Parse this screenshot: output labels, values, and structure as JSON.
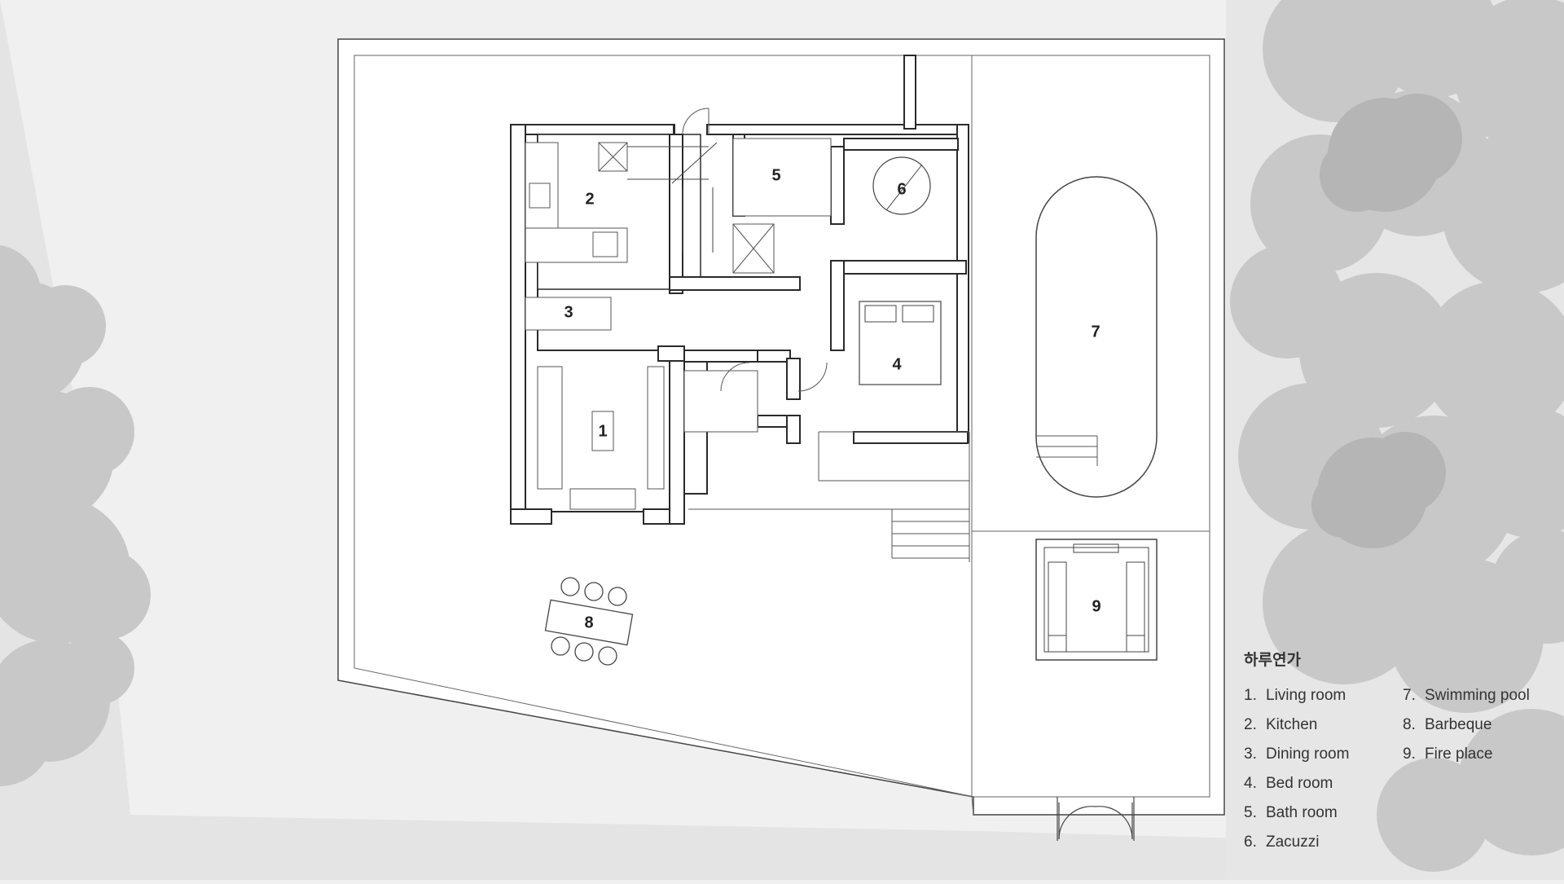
{
  "plan": {
    "rooms": [
      {
        "num": "1",
        "name": "Living room"
      },
      {
        "num": "2",
        "name": "Kitchen"
      },
      {
        "num": "3",
        "name": "Dining room"
      },
      {
        "num": "4",
        "name": "Bed room"
      },
      {
        "num": "5",
        "name": "Bath room"
      },
      {
        "num": "6",
        "name": "Zacuzzi"
      },
      {
        "num": "7",
        "name": "Swimming pool"
      },
      {
        "num": "8",
        "name": "Barbeque"
      },
      {
        "num": "9",
        "name": "Fire place"
      }
    ]
  },
  "legend": {
    "title": "하루연가",
    "col1": [
      {
        "n": "1.",
        "label": "Living room"
      },
      {
        "n": "2.",
        "label": "Kitchen"
      },
      {
        "n": "3.",
        "label": "Dining room"
      },
      {
        "n": "4.",
        "label": "Bed room"
      },
      {
        "n": "5.",
        "label": "Bath room"
      },
      {
        "n": "6.",
        "label": "Zacuzzi"
      }
    ],
    "col2": [
      {
        "n": "7.",
        "label": "Swimming pool"
      },
      {
        "n": "8.",
        "label": "Barbeque"
      },
      {
        "n": "9.",
        "label": "Fire place"
      }
    ]
  },
  "colors": {
    "background": "#f0f0f0",
    "site": "#ffffff",
    "wall": "#2a2a2a",
    "tree": "#c8c8c8",
    "tree_dark": "#a9a9a9"
  }
}
